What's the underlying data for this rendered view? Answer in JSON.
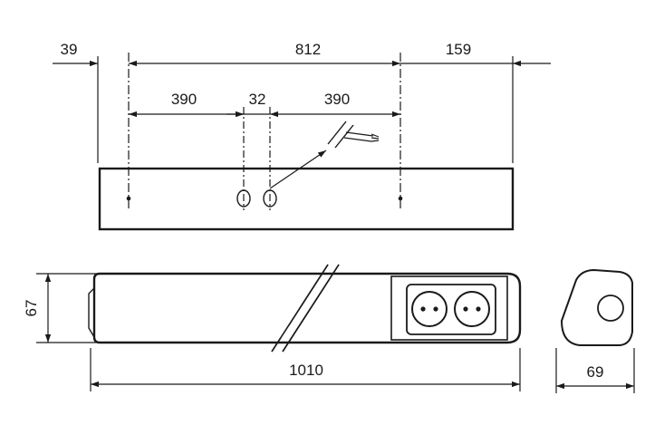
{
  "dimensions": {
    "left_offset": "39",
    "center_span": "812",
    "right_offset": "159",
    "left_half": "390",
    "hole_spacing": "32",
    "right_half": "390",
    "height": "67",
    "length": "1010",
    "depth": "69"
  },
  "colors": {
    "line": "#1a1a1a",
    "background": "#ffffff"
  }
}
